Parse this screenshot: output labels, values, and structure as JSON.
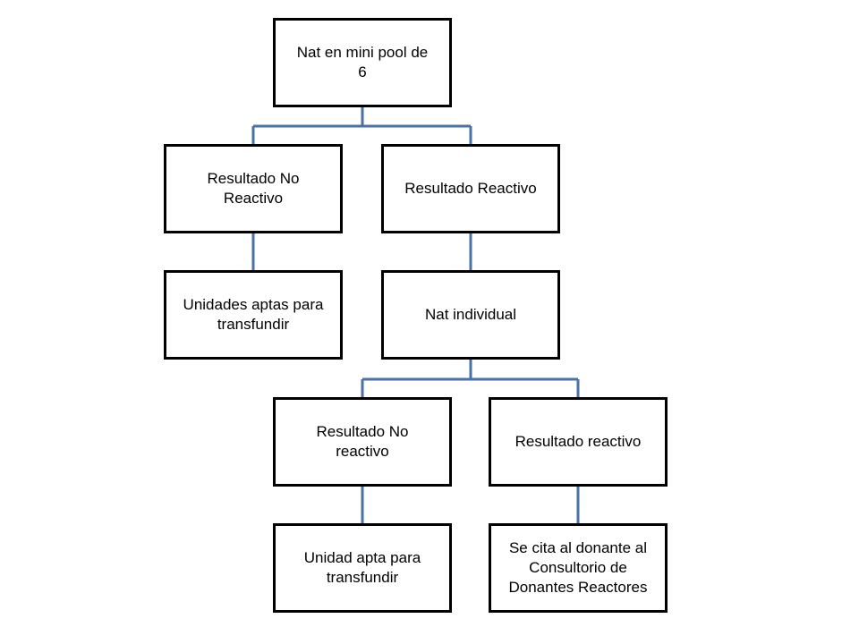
{
  "diagram": {
    "line_color": "#4a72a6",
    "border_color": "#000000",
    "nodes": {
      "root": "Nat en mini pool de\n6",
      "no_reactivo_1": "Resultado No\nReactivo",
      "reactivo_1": "Resultado Reactivo",
      "aptas_1": "Unidades aptas para\ntransfundir",
      "nat_individual": "Nat individual",
      "no_reactivo_2": "Resultado No\nreactivo",
      "reactivo_2": "Resultado reactivo",
      "apta_2": "Unidad apta para\ntransfundir",
      "cita": "Se cita al donante al\nConsultorio de\nDonantes Reactores"
    }
  }
}
